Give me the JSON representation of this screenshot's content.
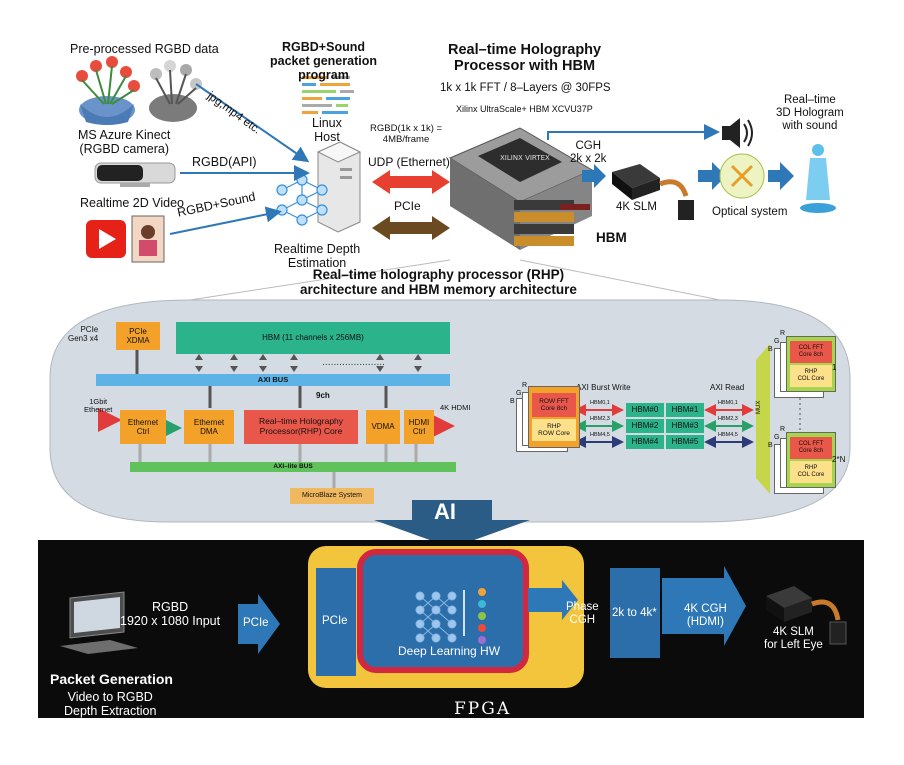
{
  "top": {
    "preprocessed": "Pre-processed RGBD data",
    "jpg": "jpg,mp4 etc.",
    "kinect": "MS Azure Kinect\n(RGBD camera)",
    "rgbd_api": "RGBD(API)",
    "video2d": "Realtime 2D Video",
    "rgbd_sound": "RGBD+Sound",
    "packet_gen": "RGBD+Sound\npacket generation\nprogram",
    "linux": "Linux\nHost",
    "depth_est": "Realtime Depth\nEstimation",
    "rgbd_frame": "RGBD(1k x 1k) =\n4MB/frame",
    "udp": "UDP (Ethernet)",
    "pcie": "PCIe",
    "rhp_title": "Real–time Holography\nProcessor with HBM",
    "fft": "1k x 1k FFT / 8–Layers @ 30FPS",
    "xilinx": "Xilinx UltraScale+ HBM XCVU37P",
    "cgh": "CGH\n2k x 2k",
    "slm": "4K SLM",
    "hbm": "HBM",
    "optical": "Optical system",
    "hologram": "Real–time\n3D Hologram\nwith sound"
  },
  "arch": {
    "title": "Real–time holography processor (RHP)\narchitecture and HBM memory architecture",
    "pcie_gen": "PCIe\nGen3 x4",
    "pcie_xdma": "PCIe\nXDMA",
    "hbm_bar": "HBM (11 channels x 256MB)",
    "axi_bus": "AXI BUS",
    "ethernet_1g": "1Gbit\nEthernet",
    "eth_ctrl": "Ethernet\nCtrl",
    "eth_dma": "Ethernet\nDMA",
    "ch9": "9ch",
    "rhp_core": "Real–time Holography\nProcessor(RHP) Core",
    "vdma": "VDMA",
    "hdmi_ctrl": "HDMI\nCtrl",
    "hdmi_4k": "4K HDMI",
    "axilite": "AXI–lite BUS",
    "microblaze": "MicroBlaze System",
    "burst_write": "AXI Burst Write",
    "axi_read": "AXI Read",
    "hbm_cells": [
      "HBM#0",
      "HBM#1",
      "HBM#2",
      "HBM#3",
      "HBM#4",
      "HBM#5"
    ],
    "hbm_pairs": [
      "HBM0,1",
      "HBM2,3",
      "HBM4,5"
    ],
    "row_fft": "ROW FFT\nCore 8ch",
    "row_core": "RHP\nROW Core",
    "col_fft": "COL FFT\nCore 8ch",
    "col_core": "RHP\nCOL Core",
    "mux": "MUX",
    "r": "R",
    "g": "G",
    "b": "B",
    "one": "1",
    "two_n": "2*N"
  },
  "ai": "AI",
  "bottom": {
    "rgbd_input": "RGBD\n1920 x 1080 Input",
    "pcie_arrow": "PCIe",
    "pcie_box": "PCIe",
    "dl_hw": "Deep Learning HW",
    "phase_cgh": "Phase\nCGH",
    "k2k4": "2k to 4k*",
    "cgh4k": "4K CGH\n(HDMI)",
    "slm_left": "4K SLM\nfor Left Eye",
    "packet_gen": "Packet Generation",
    "video_rgbd": "Video to RGBD\nDepth Extraction",
    "fpga": "FPGA"
  },
  "colors": {
    "blue_arrow": "#2f78b7",
    "hbm_green": "#2bb38c",
    "axi_blue": "#5db3e6",
    "orange_box": "#f4a12a",
    "rhp_red": "#e9574b",
    "fpga_yellow": "#f2c53d",
    "dl_blue": "#2c6ea9",
    "dark_bg": "#0b0b0b"
  }
}
